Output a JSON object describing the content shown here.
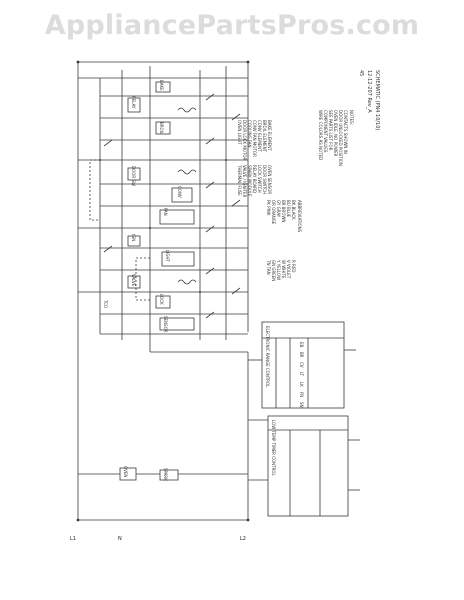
{
  "watermark": "AppliancePartsPros.com",
  "title_block": {
    "line1": "SCHEMATIC (PN4 10/10)",
    "line2": "12-12-207 Rev_A",
    "line3": "45"
  },
  "terminals": {
    "l1": "L1",
    "n": "N",
    "l2": "L2"
  },
  "notes": {
    "header": "NOTES:",
    "lines": [
      "CONTACTS SHOWN IN",
      "DOOR UNLOCKED POSITION",
      "OVEN IDLE, NO POWER",
      "SEE PARTS LIST FOR",
      "COMPONENT VALUES",
      "WIRE COLORS AS NOTED"
    ]
  },
  "abbreviations": {
    "header": "ABBREVIATIONS",
    "lines": [
      "BK  BLACK",
      "BU  BLUE",
      "BR  BROWN",
      "GY  GRAY",
      "OR  ORANGE",
      "PK  PINK",
      "R   RED",
      "V   VIOLET",
      "W   WHITE",
      "Y   YELLOW",
      "GN  GREEN",
      "TN  TAN"
    ]
  },
  "legend": {
    "lines": [
      "BAKE ELEMENT",
      "BROIL ELEMENT",
      "CONV ELEMENT",
      "CONV FAN MOTOR",
      "COOLING FAN",
      "DOOR LOCK MOTOR",
      "OVEN LIGHT",
      "OVEN SENSOR",
      "DOOR SWITCH",
      "LOCK SWITCH",
      "RELAY BOARD",
      "SPARK MODULE",
      "VALVE / IGNITER",
      "THERMAL FUSE"
    ]
  },
  "controls": {
    "board": "ELECTRONIC RANGE CONTROL",
    "timer": "LOW TEMP TIMER CONTROL",
    "rows": [
      "EB",
      "BR",
      "CV",
      "LT",
      "LK",
      "FN",
      "SN"
    ]
  },
  "components": [
    "BAKE",
    "BROIL",
    "CONV",
    "FAN",
    "LIGHT",
    "LOCK",
    "SENSOR",
    "RELAY",
    "DOOR SW",
    "IGN",
    "VALVE",
    "OVEN",
    "SPARK",
    "TCO"
  ]
}
